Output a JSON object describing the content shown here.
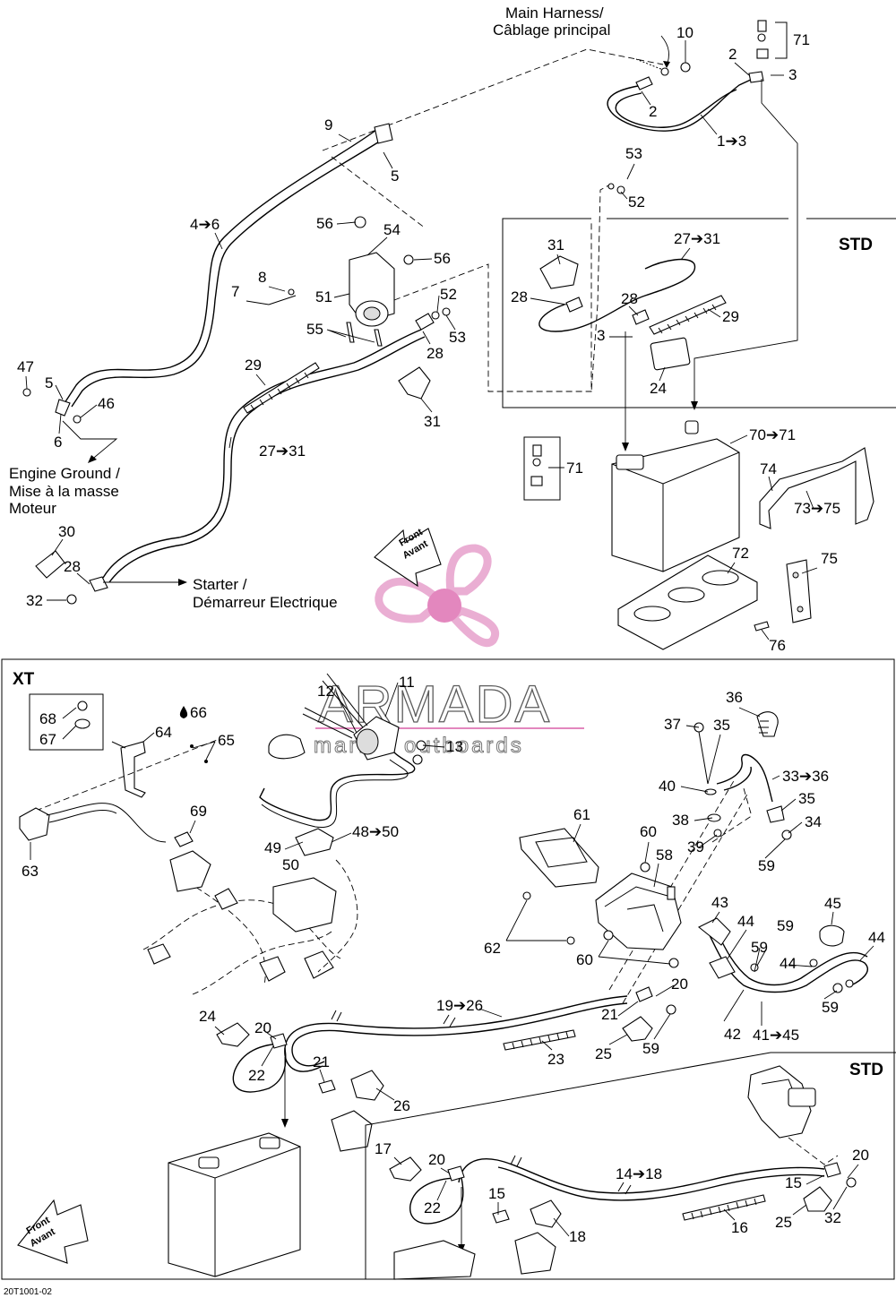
{
  "notes": {
    "main_harness": "Main Harness/",
    "main_harness_fr": "Câblage principal",
    "engine_ground": "Engine Ground /",
    "engine_ground_fr1": "Mise à la masse",
    "engine_ground_fr2": "Moteur",
    "starter": "Starter /",
    "starter_fr": "Démarreur Electrique",
    "front": "Front",
    "front_fr": "Avant"
  },
  "sections": {
    "std_top": "STD",
    "xt": "XT",
    "std_bottom": "STD"
  },
  "watermark": {
    "title": "ARMADA",
    "subtitle": "marine outboards",
    "colors": {
      "prop": "#e8a6cf",
      "hub": "#e07bb8",
      "text": "#4a4a4a"
    }
  },
  "figure_code": "20T1001-02",
  "callouts_top": [
    {
      "id": "c10",
      "text": "10"
    },
    {
      "id": "c71a",
      "text": "71"
    },
    {
      "id": "c2a",
      "text": "2"
    },
    {
      "id": "c3a",
      "text": "3"
    },
    {
      "id": "c2b",
      "text": "2"
    },
    {
      "id": "c1_3",
      "text": "1➔3"
    },
    {
      "id": "c9",
      "text": "9"
    },
    {
      "id": "c5a",
      "text": "5"
    },
    {
      "id": "c53a",
      "text": "53"
    },
    {
      "id": "c52a",
      "text": "52"
    },
    {
      "id": "c4_6",
      "text": "4➔6"
    },
    {
      "id": "c56a",
      "text": "56"
    },
    {
      "id": "c54",
      "text": "54"
    },
    {
      "id": "c56b",
      "text": "56"
    },
    {
      "id": "c31a",
      "text": "31"
    },
    {
      "id": "c27_31a",
      "text": "27➔31"
    },
    {
      "id": "c8",
      "text": "8"
    },
    {
      "id": "c52b",
      "text": "52"
    },
    {
      "id": "c7",
      "text": "7"
    },
    {
      "id": "c51",
      "text": "51"
    },
    {
      "id": "c28a",
      "text": "28"
    },
    {
      "id": "c28b",
      "text": "28"
    },
    {
      "id": "c29a",
      "text": "29"
    },
    {
      "id": "c55",
      "text": "55"
    },
    {
      "id": "c53b",
      "text": "53"
    },
    {
      "id": "c3b",
      "text": "3"
    },
    {
      "id": "c28c",
      "text": "28"
    },
    {
      "id": "c47",
      "text": "47"
    },
    {
      "id": "c29b",
      "text": "29"
    },
    {
      "id": "c5b",
      "text": "5"
    },
    {
      "id": "c24a",
      "text": "24"
    },
    {
      "id": "c46",
      "text": "46"
    },
    {
      "id": "c31b",
      "text": "31"
    },
    {
      "id": "c6",
      "text": "6"
    },
    {
      "id": "c27_31b",
      "text": "27➔31"
    },
    {
      "id": "c70_71",
      "text": "70➔71"
    },
    {
      "id": "c74",
      "text": "74"
    },
    {
      "id": "c71b",
      "text": "71"
    },
    {
      "id": "c73_75",
      "text": "73➔75"
    },
    {
      "id": "c30",
      "text": "30"
    },
    {
      "id": "c28d",
      "text": "28"
    },
    {
      "id": "c72",
      "text": "72"
    },
    {
      "id": "c75",
      "text": "75"
    },
    {
      "id": "c32a",
      "text": "32"
    },
    {
      "id": "c76",
      "text": "76"
    }
  ],
  "callouts_xt": [
    {
      "id": "x11",
      "text": "11"
    },
    {
      "id": "x12",
      "text": "12"
    },
    {
      "id": "x36",
      "text": "36"
    },
    {
      "id": "x66",
      "text": "66"
    },
    {
      "id": "x68",
      "text": "68"
    },
    {
      "id": "x64",
      "text": "64"
    },
    {
      "id": "x65",
      "text": "65"
    },
    {
      "id": "x13",
      "text": "13"
    },
    {
      "id": "x37",
      "text": "37"
    },
    {
      "id": "x35a",
      "text": "35"
    },
    {
      "id": "x67",
      "text": "67"
    },
    {
      "id": "x33_36",
      "text": "33➔36"
    },
    {
      "id": "x40",
      "text": "40"
    },
    {
      "id": "x35b",
      "text": "35"
    },
    {
      "id": "x69",
      "text": "69"
    },
    {
      "id": "x38",
      "text": "38"
    },
    {
      "id": "x34",
      "text": "34"
    },
    {
      "id": "x61",
      "text": "61"
    },
    {
      "id": "x48_50",
      "text": "48➔50"
    },
    {
      "id": "x39",
      "text": "39"
    },
    {
      "id": "x49",
      "text": "49"
    },
    {
      "id": "x60a",
      "text": "60"
    },
    {
      "id": "x63",
      "text": "63"
    },
    {
      "id": "x50",
      "text": "50"
    },
    {
      "id": "x58",
      "text": "58"
    },
    {
      "id": "x59a",
      "text": "59"
    },
    {
      "id": "x45a",
      "text": "45"
    },
    {
      "id": "x43",
      "text": "43"
    },
    {
      "id": "x44a",
      "text": "44"
    },
    {
      "id": "x59b",
      "text": "59"
    },
    {
      "id": "x44b",
      "text": "44"
    },
    {
      "id": "x62",
      "text": "62"
    },
    {
      "id": "x59c",
      "text": "59"
    },
    {
      "id": "x60b",
      "text": "60"
    },
    {
      "id": "x44c",
      "text": "44"
    },
    {
      "id": "x20a",
      "text": "20"
    },
    {
      "id": "x19_26",
      "text": "19➔26"
    },
    {
      "id": "x59d",
      "text": "59"
    },
    {
      "id": "x21a",
      "text": "21"
    },
    {
      "id": "x24",
      "text": "24"
    },
    {
      "id": "x42",
      "text": "42"
    },
    {
      "id": "x41_45",
      "text": "41➔45"
    },
    {
      "id": "x20b",
      "text": "20"
    },
    {
      "id": "x25a",
      "text": "25"
    },
    {
      "id": "x59e",
      "text": "59"
    },
    {
      "id": "x23",
      "text": "23"
    },
    {
      "id": "x22a",
      "text": "22"
    },
    {
      "id": "x21b",
      "text": "21"
    },
    {
      "id": "x26",
      "text": "26"
    }
  ],
  "callouts_std_bottom": [
    {
      "id": "s17",
      "text": "17"
    },
    {
      "id": "s20a",
      "text": "20"
    },
    {
      "id": "s14_18",
      "text": "14➔18"
    },
    {
      "id": "s20b",
      "text": "20"
    },
    {
      "id": "s15a",
      "text": "15"
    },
    {
      "id": "s15b",
      "text": "15"
    },
    {
      "id": "s22",
      "text": "22"
    },
    {
      "id": "s16",
      "text": "16"
    },
    {
      "id": "s25",
      "text": "25"
    },
    {
      "id": "s32",
      "text": "32"
    },
    {
      "id": "s18",
      "text": "18"
    }
  ]
}
